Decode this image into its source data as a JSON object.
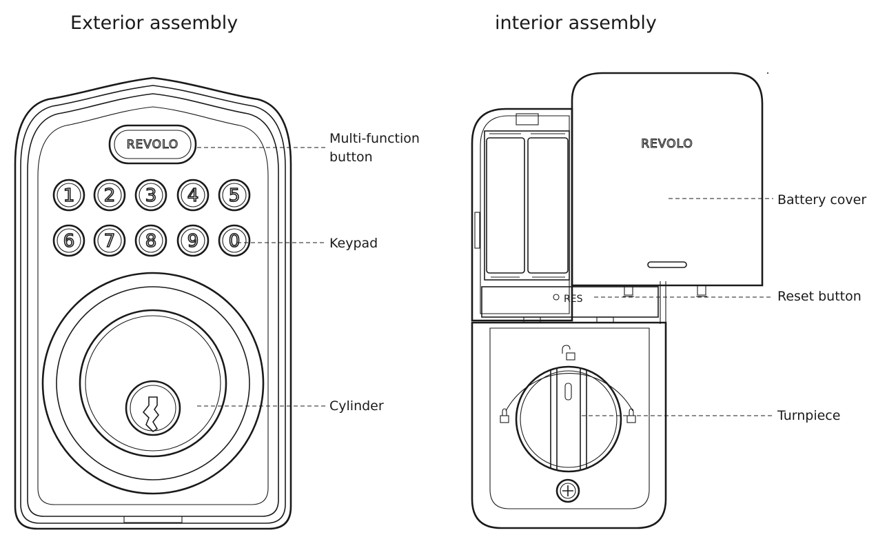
{
  "headings": {
    "exterior": "Exterior assembly",
    "interior": "interior assembly"
  },
  "brand": "REVOLO",
  "keypad": {
    "row1": [
      "1",
      "2",
      "3",
      "4",
      "5"
    ],
    "row2": [
      "6",
      "7",
      "8",
      "9",
      "0"
    ]
  },
  "reset_marking": "RES",
  "callouts": {
    "multi_function_line1": "Multi-function",
    "multi_function_line2": "button",
    "keypad": "Keypad",
    "cylinder": "Cylinder",
    "battery_cover": "Battery cover",
    "reset_button": "Reset button",
    "turnpiece": "Turnpiece"
  },
  "icons": {
    "unlock": "unlocked-padlock-icon",
    "lock_left": "padlock-icon",
    "lock_right": "padlock-icon",
    "screw": "phillips-screw-icon"
  },
  "colors": {
    "line": "#1a1a1a",
    "background": "#ffffff"
  }
}
